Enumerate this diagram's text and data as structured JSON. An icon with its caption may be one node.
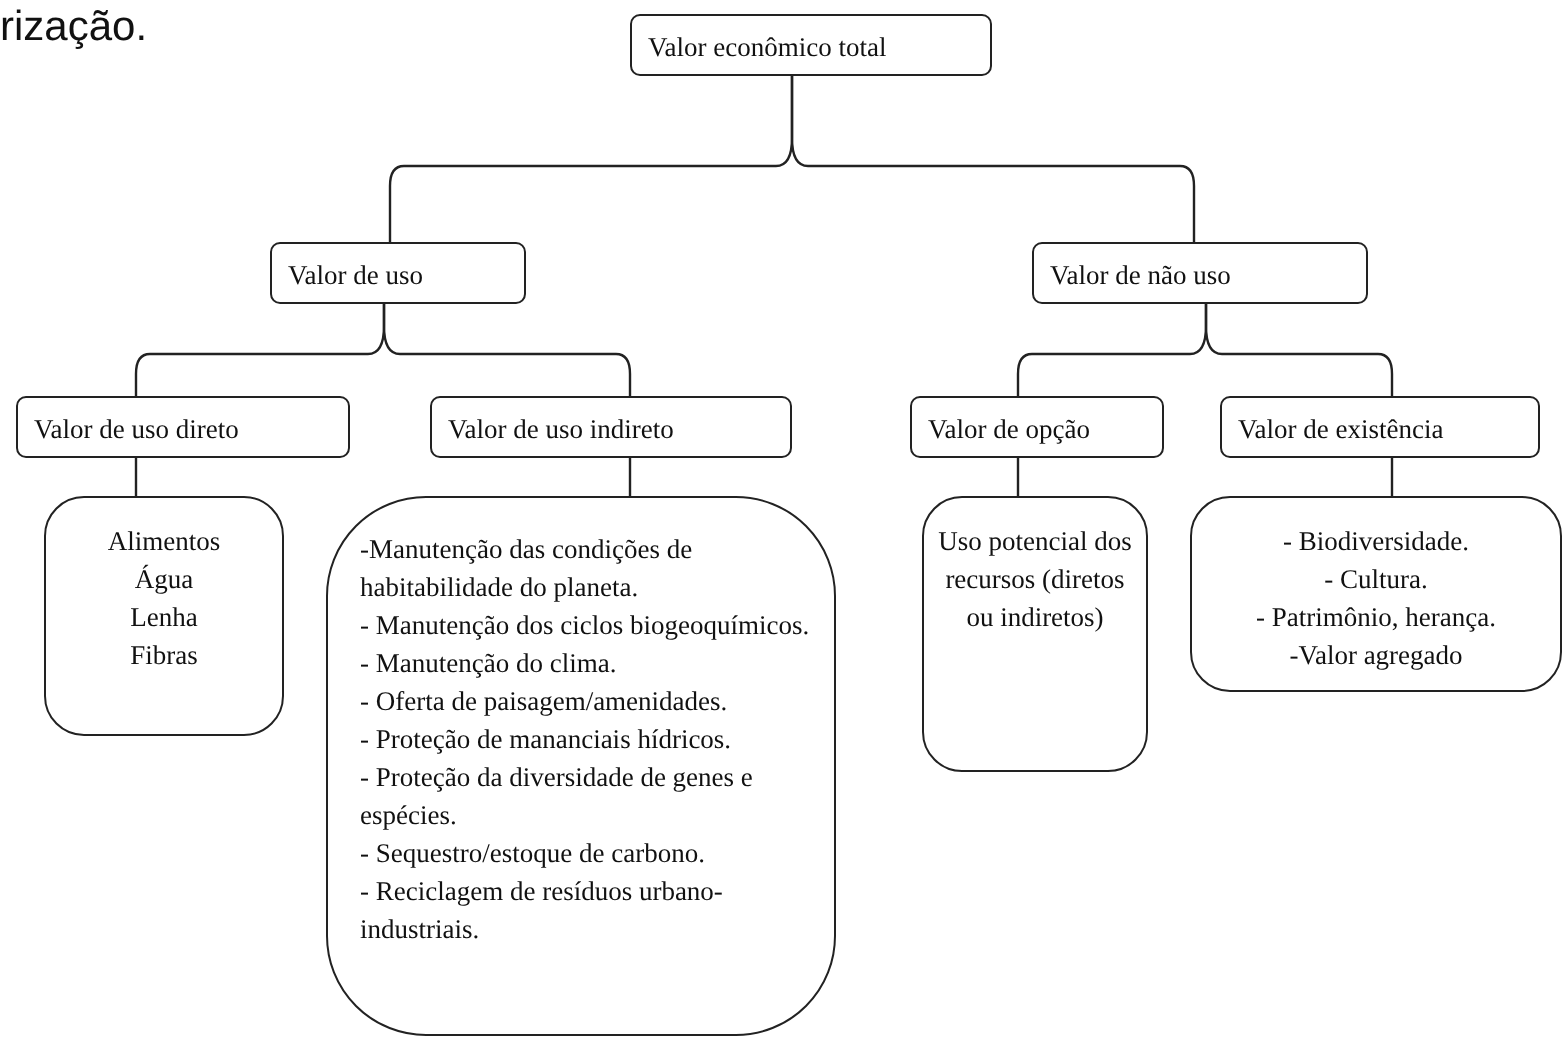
{
  "diagram": {
    "nodes": [
      {
        "text": [
          "Valor econômico total"
        ]
      },
      {
        "text": [
          "Valor de uso"
        ]
      },
      {
        "text": [
          "Valor de não uso"
        ]
      },
      {
        "text": [
          "Valor de uso direto"
        ]
      },
      {
        "text": [
          "Valor de uso indireto"
        ]
      },
      {
        "text": [
          "Valor de opção"
        ]
      },
      {
        "text": [
          "Valor de existência"
        ]
      },
      {
        "text": [
          "Alimentos",
          "Água",
          "Lenha",
          "Fibras"
        ]
      },
      {
        "text": [
          "-Manutenção das condições de habitabilidade do planeta.",
          "- Manutenção dos ciclos biogeoquímicos.",
          "- Manutenção  do clima.",
          "- Oferta de paisagem/amenidades.",
          "- Proteção de mananciais hídricos.",
          "- Proteção da diversidade de genes e espécies.",
          "- Sequestro/estoque de carbono.",
          "- Reciclagem de resíduos urbano-industriais."
        ]
      },
      {
        "text": [
          "Uso potencial dos recursos (diretos ou indiretos)"
        ]
      },
      {
        "text": [
          "- Biodiversidade.",
          "- Cultura.",
          "- Patrimônio, herança.",
          "-Valor agregado"
        ]
      }
    ],
    "edges": [
      {
        "from": 0,
        "to": 1,
        "arrow": "none"
      },
      {
        "from": 0,
        "to": 2,
        "arrow": "none"
      },
      {
        "from": 1,
        "to": 3,
        "arrow": "none"
      },
      {
        "from": 1,
        "to": 4,
        "arrow": "none"
      },
      {
        "from": 2,
        "to": 5,
        "arrow": "none"
      },
      {
        "from": 2,
        "to": 6,
        "arrow": "none"
      },
      {
        "from": 3,
        "to": 7,
        "arrow": "none"
      },
      {
        "from": 4,
        "to": 8,
        "arrow": "none"
      },
      {
        "from": 5,
        "to": 9,
        "arrow": "none"
      },
      {
        "from": 6,
        "to": 10,
        "arrow": "none"
      }
    ],
    "labels": [
      "rização."
    ]
  }
}
